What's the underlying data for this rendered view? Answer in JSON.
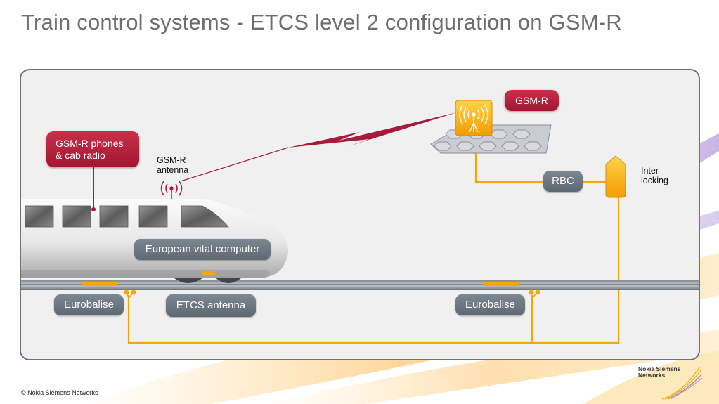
{
  "title": "Train control systems - ETCS level 2 configuration on GSM-R",
  "labels": {
    "gsmr_phones_line1": "GSM-R phones",
    "gsmr_phones_line2": "& cab radio",
    "gsmr_antenna_line1": "GSM-R",
    "gsmr_antenna_line2": "antenna",
    "gsmr": "GSM-R",
    "rbc": "RBC",
    "interlocking_line1": "Inter-",
    "interlocking_line2": "locking",
    "european_vital_computer": "European vital computer",
    "eurobalise_left": "Eurobalise",
    "etcs_antenna": "ETCS antenna",
    "eurobalise_right": "Eurobalise"
  },
  "footer": "© Nokia Siemens Networks",
  "logo": {
    "line1": "Nokia Siemens",
    "line2": "Networks"
  },
  "colors": {
    "accent_red": "#a8193a",
    "signal_orange": "#f6a800",
    "label_grey": "#6b757f"
  }
}
